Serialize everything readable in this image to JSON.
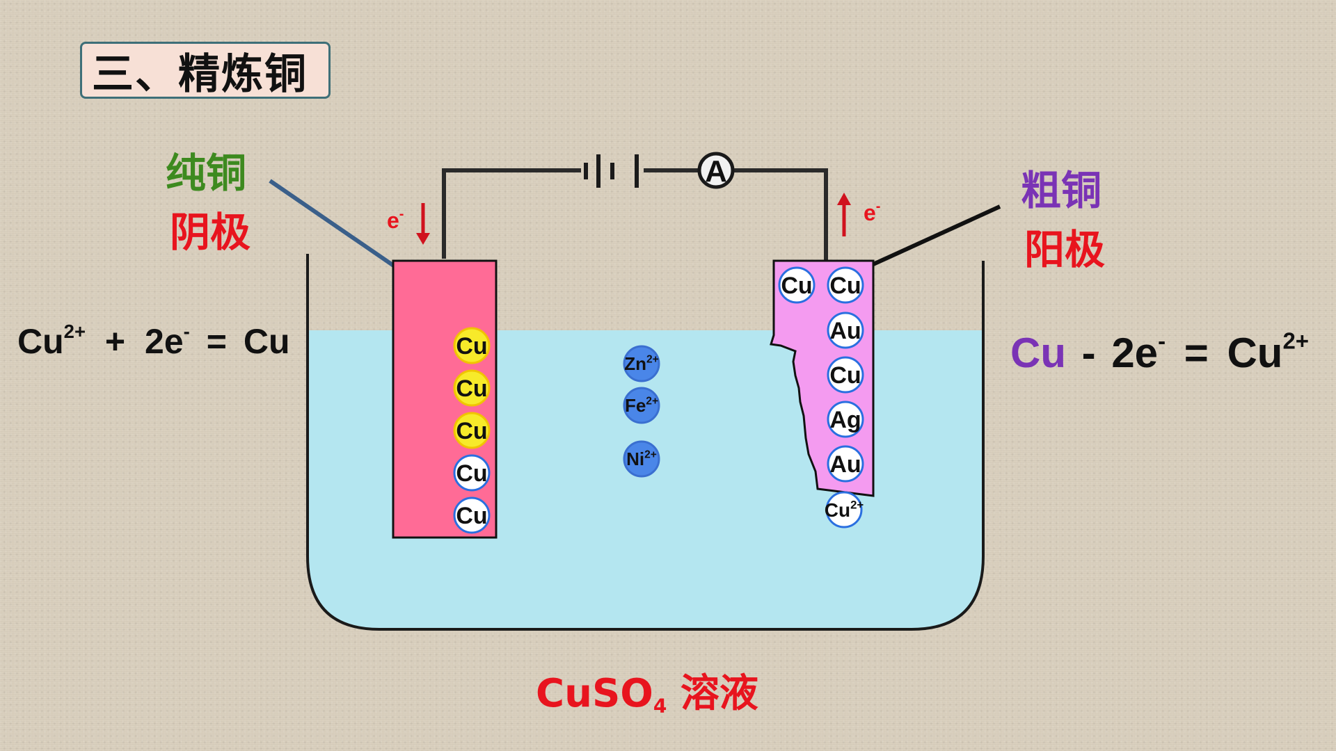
{
  "title": "三、精炼铜",
  "left_electrode": {
    "label_line1": "纯铜",
    "label_line2": "阴极",
    "label_line1_color": "#3d8a1f",
    "label_line2_color": "#e8141e",
    "plate_color": "#ff6b96"
  },
  "right_electrode": {
    "label_line1": "粗铜",
    "label_line2": "阳极",
    "label_line1_color": "#7a33b5",
    "label_line2_color": "#e8141e",
    "plate_color": "#f49bf0"
  },
  "cathode_equation": {
    "a": "Cu",
    "a_sup": "2+",
    "plus": "+",
    "b": "2e",
    "b_sup": "-",
    "eq": "=",
    "c": "Cu"
  },
  "anode_equation": {
    "a": "Cu",
    "minus": "-",
    "b": "2e",
    "b_sup": "-",
    "eq": "=",
    "c": "Cu",
    "c_sup": "2+",
    "a_color": "#7a33b5"
  },
  "electron_symbol": "e",
  "electron_sup": "-",
  "ammeter_symbol": "A",
  "solution_label": {
    "prefix": "CuSO",
    "sub": "4",
    "suffix": " 溶液"
  },
  "cathode_atoms": [
    {
      "text": "Cu",
      "fill": "#f7ea2a",
      "ring": "#f0c400"
    },
    {
      "text": "Cu",
      "fill": "#f7ea2a",
      "ring": "#f0c400"
    },
    {
      "text": "Cu",
      "fill": "#f7ea2a",
      "ring": "#f0c400"
    },
    {
      "text": "Cu",
      "fill": "#ffffff",
      "ring": "#2a6fe0"
    },
    {
      "text": "Cu",
      "fill": "#ffffff",
      "ring": "#2a6fe0"
    }
  ],
  "anode_top_atoms": [
    {
      "text": "Cu"
    },
    {
      "text": "Cu"
    }
  ],
  "anode_atoms": [
    {
      "text": "Au"
    },
    {
      "text": "Cu"
    },
    {
      "text": "Ag"
    },
    {
      "text": "Au"
    }
  ],
  "released_ion": {
    "text": "Cu",
    "sup": "2+"
  },
  "impurity_ions": [
    {
      "text": "Zn",
      "sup": "2+"
    },
    {
      "text": "Fe",
      "sup": "2+"
    },
    {
      "text": "Ni",
      "sup": "2+"
    }
  ],
  "colors": {
    "solution": "#b4e6f0",
    "wire": "#2a2a2a",
    "arrow": "#d0121e",
    "ion_blue": "#4a86e8"
  }
}
